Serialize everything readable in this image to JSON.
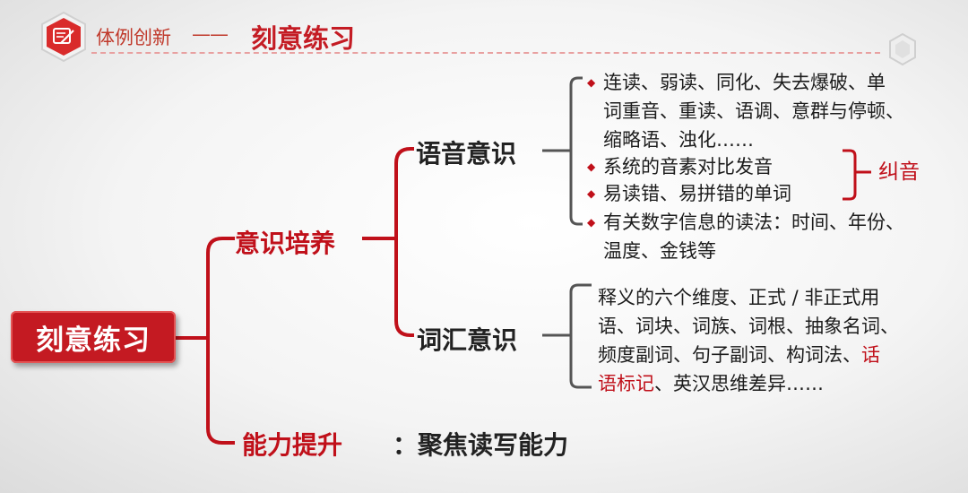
{
  "header": {
    "section_label": "体例创新",
    "dash": "——",
    "title": "刻意练习"
  },
  "diagram": {
    "root": "刻意练习",
    "awareness": {
      "label": "意识培养",
      "phonetic": {
        "label": "语音意识",
        "items": [
          {
            "lines": [
              "连读、弱读、同化、失去爆破、单",
              "词重音、重读、语调、意群与停顿、",
              "缩略语、浊化……"
            ]
          },
          {
            "lines": [
              "系统的音素对比发音"
            ]
          },
          {
            "lines": [
              "易读错、易拼错的单词"
            ]
          },
          {
            "lines": [
              "有关数字信息的读法：时间、年份、",
              "温度、金钱等"
            ]
          }
        ],
        "bracket_label": "纠音"
      },
      "vocabulary": {
        "label": "词汇意识",
        "lines": [
          [
            "释义的六个维度、正式 / 非正式用"
          ],
          [
            "语、词块、词族、词根、抽象名词、"
          ],
          [
            "频度副词、句子副词、构词法、",
            "话"
          ],
          [
            "语标记",
            "、英汉思维差异……"
          ]
        ]
      }
    },
    "ability": {
      "label": "能力提升",
      "description": "：聚焦读写能力"
    }
  },
  "colors": {
    "accent_red": "#c0101a",
    "root_fill": "#c41a22",
    "connector_gray": "#555555"
  },
  "icons": {
    "header_icon": "edit-document-icon",
    "bullet": "diamond-bullet-icon",
    "corner_decoration": "hexagon-icon"
  }
}
